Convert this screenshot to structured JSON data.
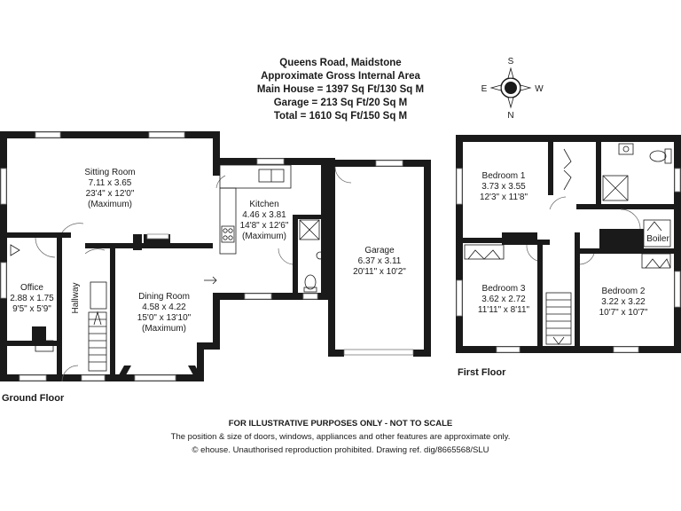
{
  "header": {
    "address": "Queens Road, Maidstone",
    "area_title": "Approximate Gross Internal Area",
    "main_house": "Main House = 1397 Sq Ft/130 Sq M",
    "garage": "Garage = 213 Sq Ft/20 Sq M",
    "total": "Total = 1610 Sq Ft/150 Sq M"
  },
  "compass": {
    "n": "N",
    "s": "S",
    "e": "E",
    "w": "W"
  },
  "ground_floor": {
    "label": "Ground Floor",
    "sitting_room": {
      "name": "Sitting Room",
      "metric": "7.11 x 3.65",
      "imperial": "23'4\" x 12'0\"",
      "note": "(Maximum)"
    },
    "kitchen": {
      "name": "Kitchen",
      "metric": "4.46 x 3.81",
      "imperial": "14'8\" x 12'6\"",
      "note": "(Maximum)"
    },
    "garage": {
      "name": "Garage",
      "metric": "6.37 x 3.11",
      "imperial": "20'11\" x 10'2\""
    },
    "office": {
      "name": "Office",
      "metric": "2.88 x 1.75",
      "imperial": "9'5\" x 5'9\""
    },
    "hallway": {
      "name": "Hallway"
    },
    "dining_room": {
      "name": "Dining Room",
      "metric": "4.58 x 4.22",
      "imperial": "15'0\" x 13'10\"",
      "note": "(Maximum)"
    }
  },
  "first_floor": {
    "label": "First Floor",
    "bedroom1": {
      "name": "Bedroom 1",
      "metric": "3.73 x 3.55",
      "imperial": "12'3\" x 11'8\""
    },
    "bedroom2": {
      "name": "Bedroom 2",
      "metric": "3.22 x 3.22",
      "imperial": "10'7\" x 10'7\""
    },
    "bedroom3": {
      "name": "Bedroom 3",
      "metric": "3.62 x 2.72",
      "imperial": "11'11\" x 8'11\""
    },
    "boiler": "Boiler"
  },
  "footer": {
    "disclaimer": "FOR ILLUSTRATIVE PURPOSES ONLY - NOT TO SCALE",
    "note": "The position & size of doors, windows, appliances and other features are approximate only.",
    "copyright": "© ehouse. Unauthorised reproduction prohibited. Drawing ref. dig/8665568/SLU"
  }
}
